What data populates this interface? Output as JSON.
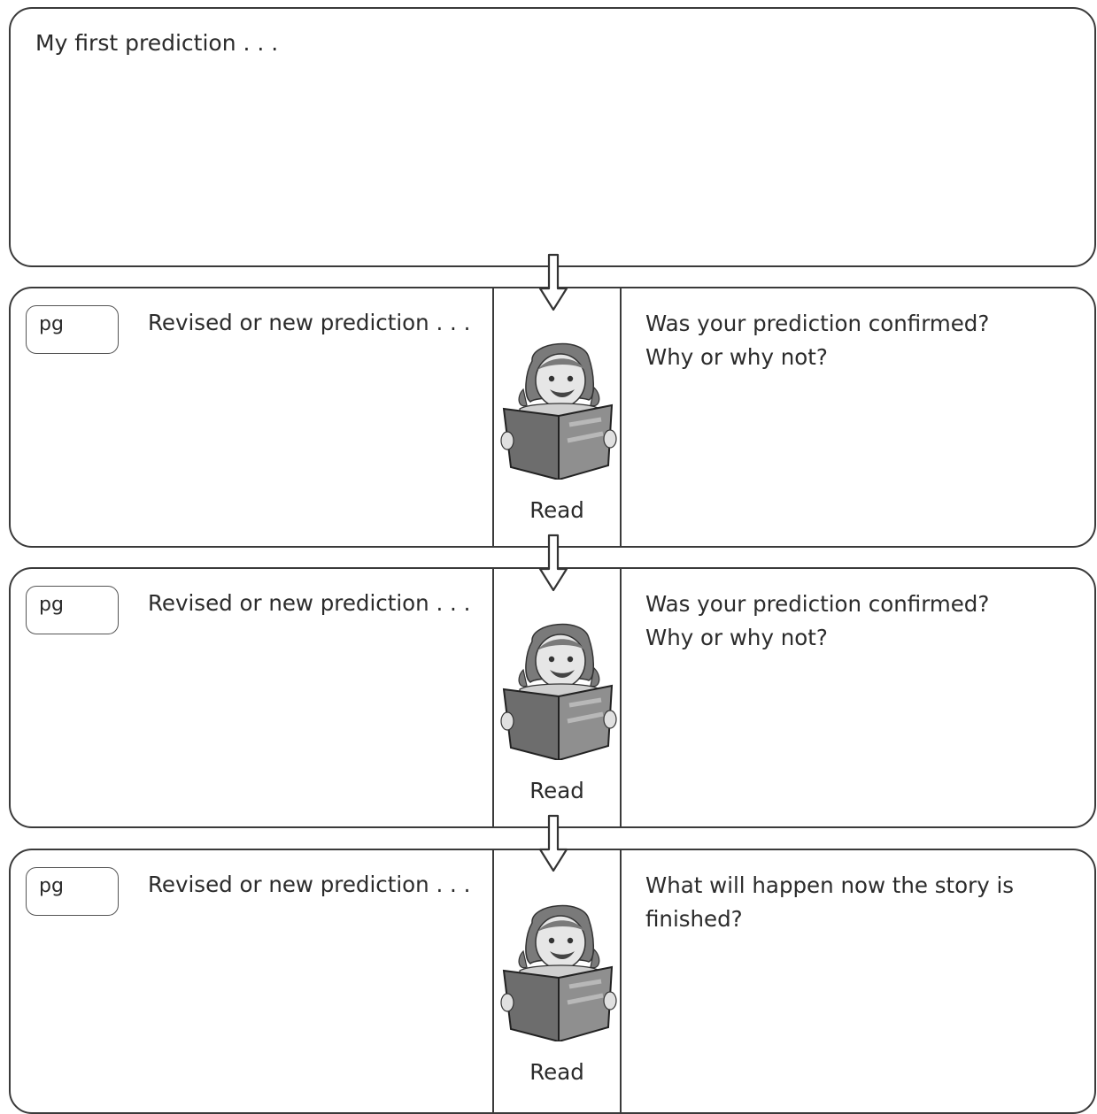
{
  "first_prediction": {
    "label": "My first prediction . . ."
  },
  "rows": [
    {
      "pg_label": "pg",
      "revised_label": "Revised or new prediction . . .",
      "read_label": "Read",
      "question_lines": [
        "Was your prediction confirmed?",
        "Why or why not?"
      ]
    },
    {
      "pg_label": "pg",
      "revised_label": "Revised or new prediction . . .",
      "read_label": "Read",
      "question_lines": [
        "Was your prediction confirmed?",
        "Why or why not?"
      ]
    },
    {
      "pg_label": "pg",
      "revised_label": "Revised or new prediction . . .",
      "read_label": "Read",
      "question_lines": [
        "What will happen now the story is",
        "finished?"
      ]
    }
  ],
  "icons": {
    "reader": "girl-reading-book-icon",
    "arrow": "down-arrow-icon"
  }
}
